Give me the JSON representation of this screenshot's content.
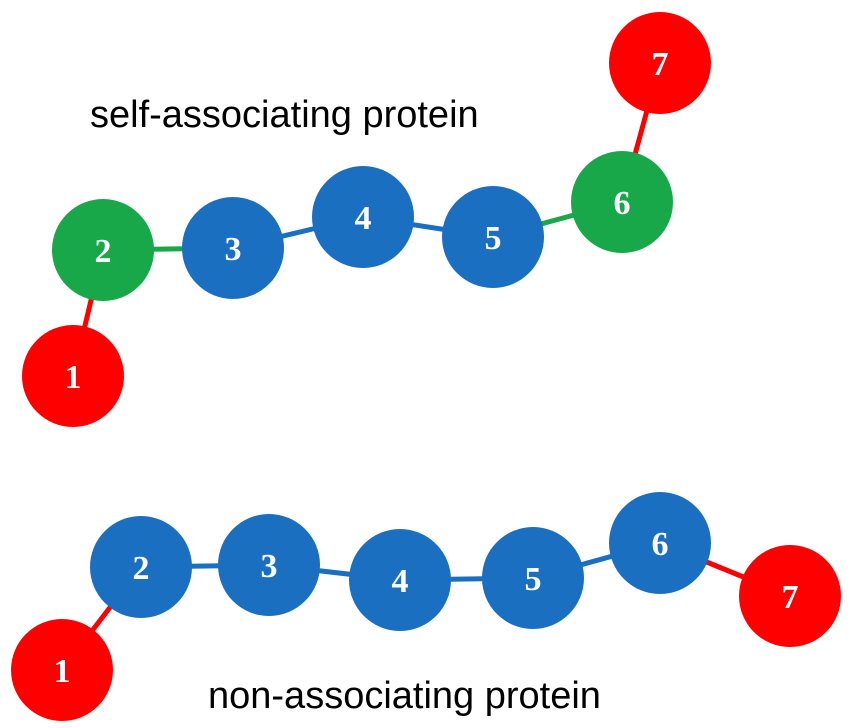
{
  "colors": {
    "red": "#ff0000",
    "green": "#18a84a",
    "blue": "#1a6fc0",
    "label": "#ffffff",
    "caption": "#000000"
  },
  "diagram": {
    "chains": [
      {
        "title": "self-associating protein",
        "beads": [
          {
            "label": "1",
            "color": "red"
          },
          {
            "label": "2",
            "color": "green"
          },
          {
            "label": "3",
            "color": "blue"
          },
          {
            "label": "4",
            "color": "blue"
          },
          {
            "label": "5",
            "color": "blue"
          },
          {
            "label": "6",
            "color": "green"
          },
          {
            "label": "7",
            "color": "red"
          }
        ],
        "bonds": [
          {
            "from": 0,
            "to": 1,
            "color": "red"
          },
          {
            "from": 1,
            "to": 2,
            "color": "green"
          },
          {
            "from": 2,
            "to": 3,
            "color": "blue"
          },
          {
            "from": 3,
            "to": 4,
            "color": "blue"
          },
          {
            "from": 4,
            "to": 5,
            "color": "green"
          },
          {
            "from": 5,
            "to": 6,
            "color": "red"
          }
        ]
      },
      {
        "title": "non-associating protein",
        "beads": [
          {
            "label": "1",
            "color": "red"
          },
          {
            "label": "2",
            "color": "blue"
          },
          {
            "label": "3",
            "color": "blue"
          },
          {
            "label": "4",
            "color": "blue"
          },
          {
            "label": "5",
            "color": "blue"
          },
          {
            "label": "6",
            "color": "blue"
          },
          {
            "label": "7",
            "color": "red"
          }
        ],
        "bonds": [
          {
            "from": 0,
            "to": 1,
            "color": "red"
          },
          {
            "from": 1,
            "to": 2,
            "color": "blue"
          },
          {
            "from": 2,
            "to": 3,
            "color": "blue"
          },
          {
            "from": 3,
            "to": 4,
            "color": "blue"
          },
          {
            "from": 4,
            "to": 5,
            "color": "blue"
          },
          {
            "from": 5,
            "to": 6,
            "color": "red"
          }
        ]
      }
    ]
  }
}
